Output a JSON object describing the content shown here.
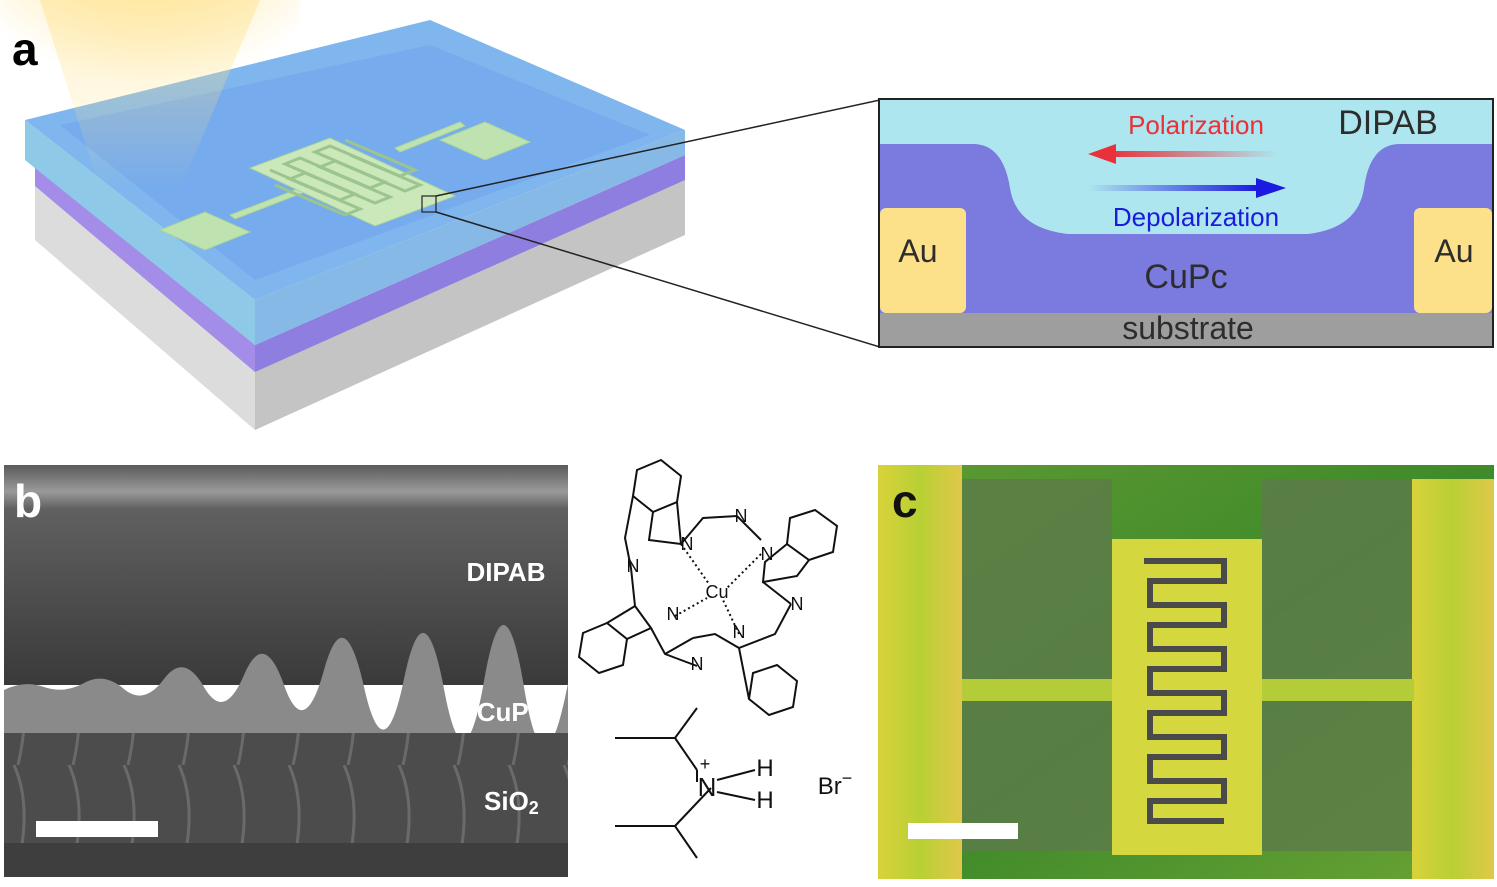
{
  "panel_a": {
    "letter": "a",
    "inset": {
      "dipab": "DIPAB",
      "polarization": "Polarization",
      "depolarization": "Depolarization",
      "au_left": "Au",
      "au_right": "Au",
      "cupc": "CuPc",
      "substrate": "substrate"
    },
    "colors": {
      "dipab": "#ade6ee",
      "cupc": "#7a7adf",
      "au": "#fde08a",
      "substrate": "#9e9e9e",
      "polarization": "#e8313a",
      "depolarization": "#1a1ae0"
    }
  },
  "panel_b": {
    "letter": "b",
    "labels": {
      "dipab": "DIPAB",
      "cupc": "CuPc",
      "sio2": "SiO",
      "sio2_sub": "2"
    }
  },
  "structure": {
    "atoms": {
      "cu": "Cu",
      "n": "N",
      "h": "H",
      "plus": "+"
    },
    "counterion": "Br",
    "counterion_charge": "−"
  },
  "panel_c": {
    "letter": "c"
  }
}
